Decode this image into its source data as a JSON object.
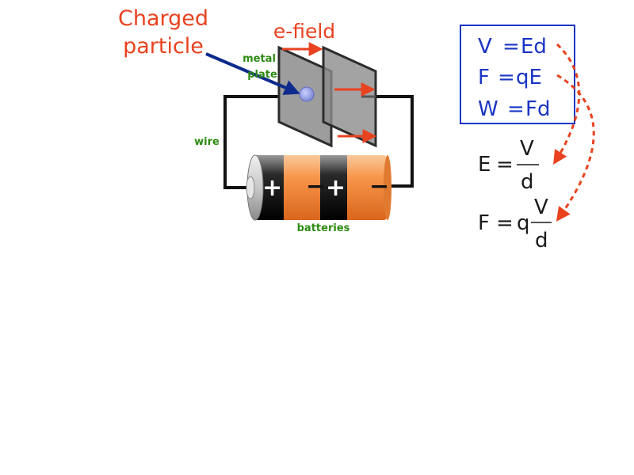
{
  "labels": {
    "charged_particle_line1": "Charged",
    "charged_particle_line2": "particle",
    "efield": "e-field",
    "metal_plate_line1": "metal",
    "metal_plate_line2": "plate",
    "wire": "wire",
    "batteries": "batteries"
  },
  "battery_signs": {
    "plus1": "+",
    "minus1": "−",
    "plus2": "+",
    "minus2": "−"
  },
  "box_equations": {
    "eq1": {
      "lhs": "V",
      "eq": "=",
      "rhs": "Ed"
    },
    "eq2": {
      "lhs": "F",
      "eq": "=",
      "rhs": "qE"
    },
    "eq3": {
      "lhs": "W",
      "eq": "=",
      "rhs": "Fd"
    }
  },
  "derived_equations": {
    "e_field": {
      "lhs": "E",
      "eq": "=",
      "num": "V",
      "den": "d"
    },
    "force": {
      "lhs": "F",
      "eq": "=",
      "coef": "q",
      "num": "V",
      "den": "d"
    }
  },
  "colors": {
    "red_label": "#e8421f",
    "green_label": "#2e8b12",
    "blue_equation": "#1a36c4",
    "battery_orange": "#f7954a",
    "plate_gray": "#8c8c8c"
  }
}
